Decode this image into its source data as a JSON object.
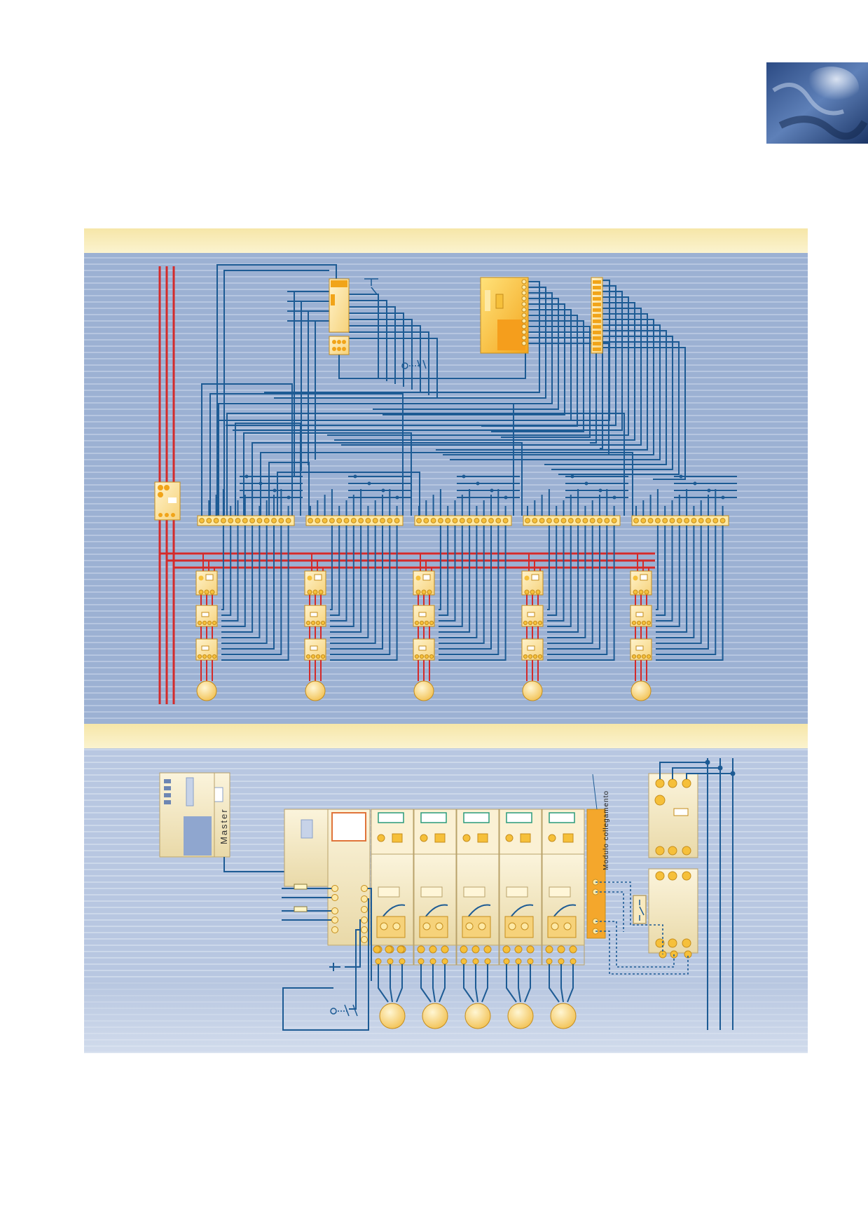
{
  "corner_image": {
    "icon": "blue-abstract-photo",
    "colors": [
      "#1f3d73",
      "#4b6ea8",
      "#c8d6ea"
    ]
  },
  "diagram_top": {
    "header_band_color": "#f7e9b3",
    "panel_color": "#9db2d4",
    "wire_color": "#1d5b94",
    "power_color": "#d42a2a",
    "device_color": "#fbe7a6",
    "accent_color": "#f1a419",
    "motor_groups": 5
  },
  "diagram_bottom": {
    "header_band_color": "#f7e9b3",
    "master_label": "Master",
    "link_module_label": "Modulo collegamento",
    "motors": 5
  }
}
